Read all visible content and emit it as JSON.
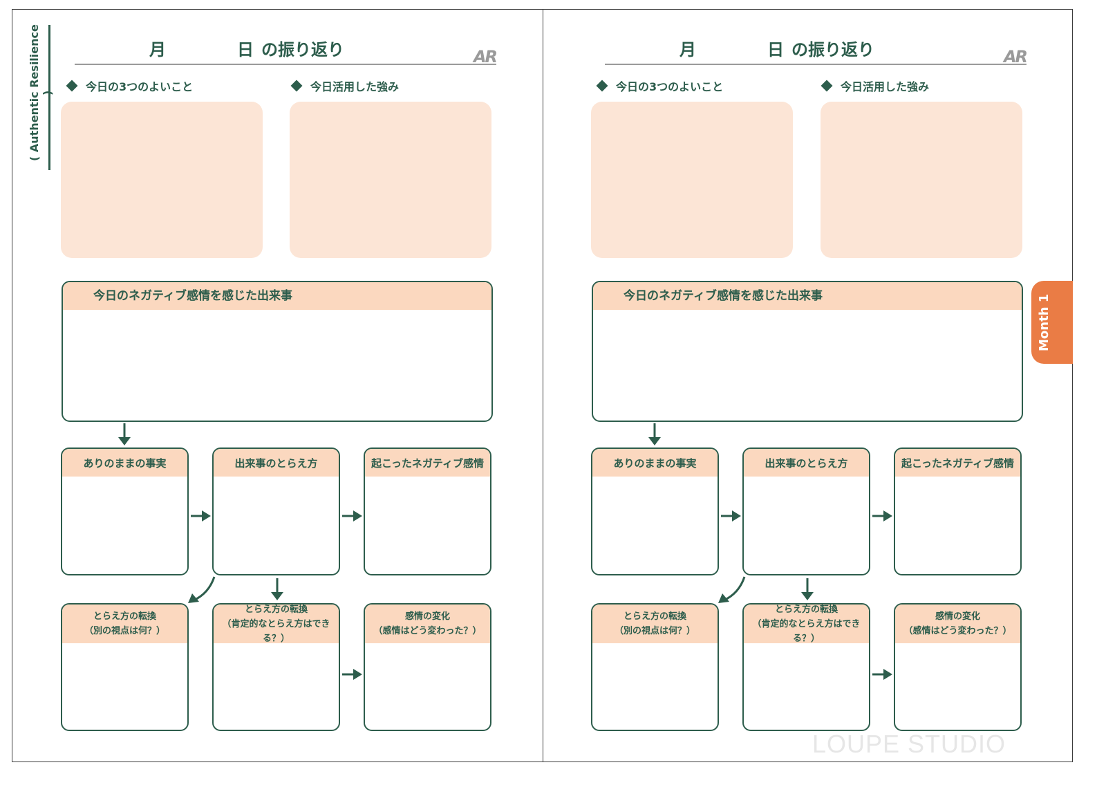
{
  "spine": {
    "label": "( Authentic Resilience )"
  },
  "pages": [
    {
      "title": {
        "month": "月",
        "day": "日",
        "suffix": "の振り返り",
        "logo": "AR"
      },
      "sections": {
        "good_things": "今日の3つのよいこと",
        "strengths": "今日活用した強み"
      },
      "event": {
        "label": "今日のネガティブ感情を感じた出来事"
      },
      "row1": [
        "ありのままの事実",
        "出来事のとらえ方",
        "起こったネガティブ感情"
      ],
      "row2": [
        {
          "line1": "とらえ方の転換",
          "line2": "（別の視点は何？）"
        },
        {
          "line1": "とらえ方の転換",
          "line2": "（肯定的なとらえ方はできる？）"
        },
        {
          "line1": "感情の変化",
          "line2": "（感情はどう変わった？）"
        }
      ]
    },
    {
      "title": {
        "month": "月",
        "day": "日",
        "suffix": "の振り返り",
        "logo": "AR"
      },
      "sections": {
        "good_things": "今日の3つのよいこと",
        "strengths": "今日活用した強み"
      },
      "event": {
        "label": "今日のネガティブ感情を感じた出来事"
      },
      "row1": [
        "ありのままの事実",
        "出来事のとらえ方",
        "起こったネガティブ感情"
      ],
      "row2": [
        {
          "line1": "とらえ方の転換",
          "line2": "（別の視点は何？）"
        },
        {
          "line1": "とらえ方の転換",
          "line2": "（肯定的なとらえ方はできる？）"
        },
        {
          "line1": "感情の変化",
          "line2": "（感情はどう変わった？）"
        }
      ]
    }
  ],
  "tab": {
    "label": "Month 1"
  },
  "watermark": "LOUPE STUDIO",
  "colors": {
    "accent": "#2d5d4c",
    "peach": "#fce5d6",
    "header": "#fbd8bf",
    "tab": "#ea7c45"
  }
}
